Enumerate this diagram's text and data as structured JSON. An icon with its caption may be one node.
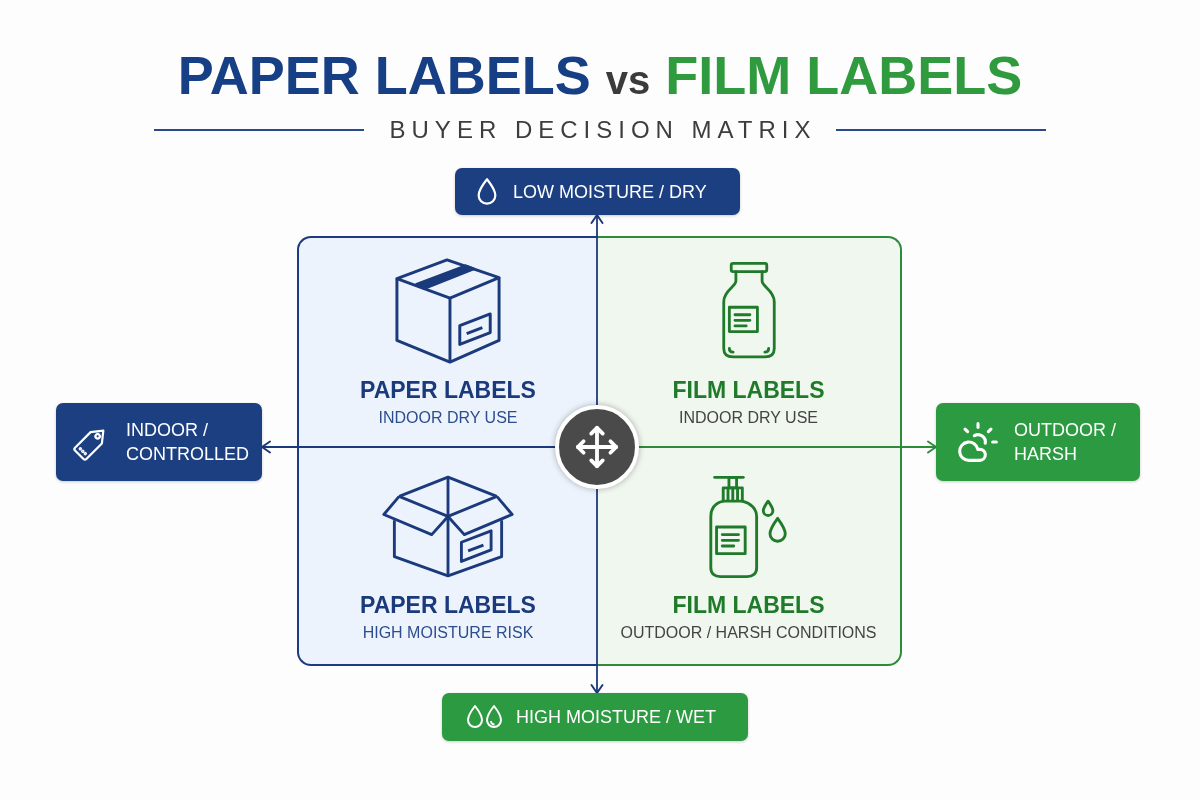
{
  "diagram": {
    "title": "PAPER LABELS vs FILM LABELS",
    "nodes": [
      {
        "text": [
          "LOW MOISTURE / DRY"
        ]
      },
      {
        "text": [
          "PAPER LABELS",
          "INDOOR DRY USE"
        ]
      },
      {
        "text": [
          "FILM LABELS",
          "INDOOR DRY USE"
        ]
      },
      {
        "text": [
          "INDOOR / CONTROLLED"
        ]
      },
      {
        "text": [],
        "shape": "circle"
      },
      {
        "text": [
          "OUTDOOR / HARSH"
        ]
      },
      {
        "text": [
          "PAPER LABELS",
          "HIGH MOISTURE RISK"
        ]
      },
      {
        "text": [
          "FILM LABELS",
          "OUTDOOR / HARSH CONDITIONS"
        ]
      },
      {
        "text": [
          "HIGH MOISTURE / WET"
        ]
      }
    ],
    "edges": [
      {
        "from": 4,
        "to": 0,
        "arrow": "to"
      },
      {
        "from": 4,
        "to": 3,
        "arrow": "to"
      },
      {
        "from": 4,
        "to": 5,
        "arrow": "to",
        "color": "#2e8b3a"
      },
      {
        "from": 4,
        "to": 8,
        "arrow": "to"
      }
    ],
    "labels": [
      "BUYER DECISION MATRIX"
    ]
  }
}
